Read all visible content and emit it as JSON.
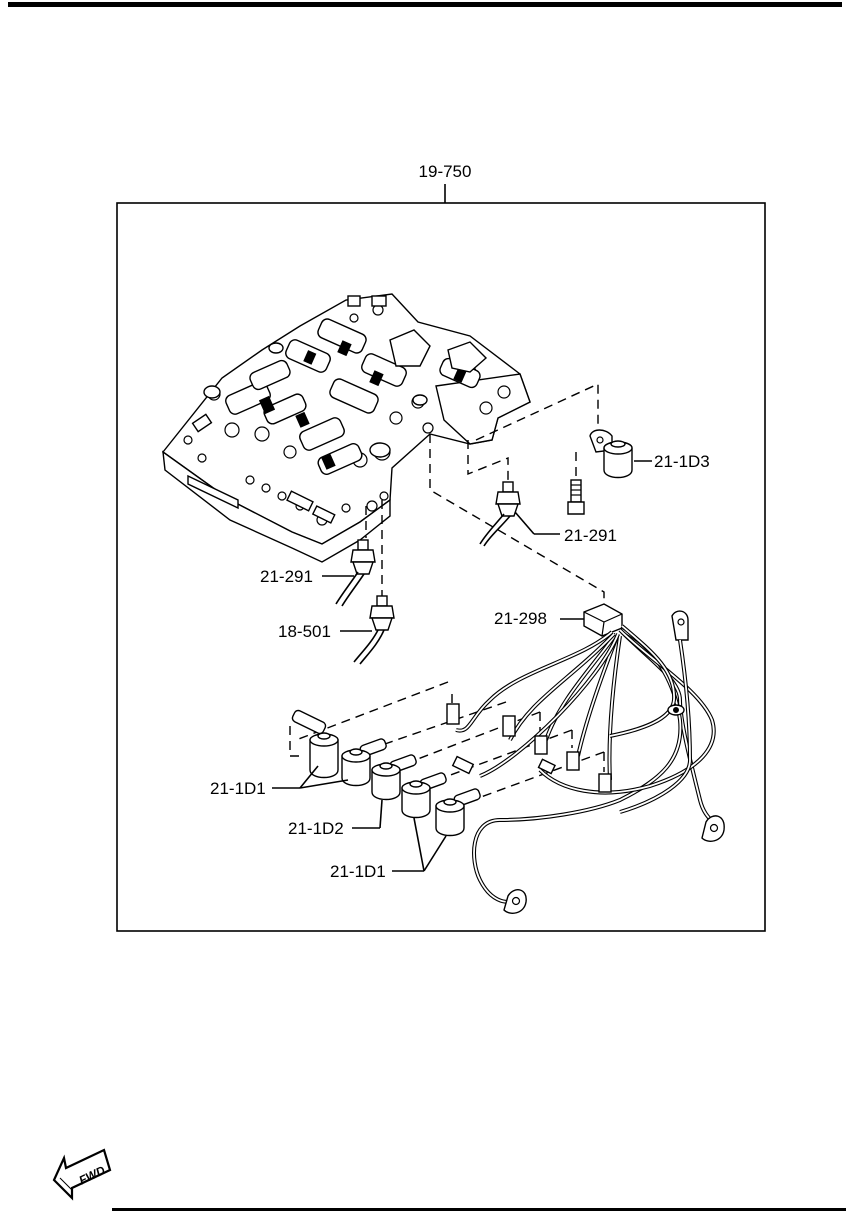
{
  "diagram": {
    "callouts": {
      "assembly": "19-750",
      "solenoid_d3": "21-1D3",
      "switch_right": "21-291",
      "switch_left": "21-291",
      "sensor": "18-501",
      "connector": "21-298",
      "solenoid_d1_upper": "21-1D1",
      "solenoid_d2": "21-1D2",
      "solenoid_d1_lower": "21-1D1"
    },
    "direction_badge": {
      "label": "FWD",
      "icon": "fwd-arrow-icon"
    }
  }
}
